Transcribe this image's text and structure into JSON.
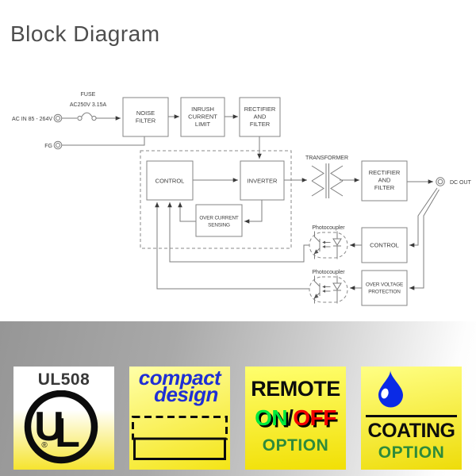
{
  "title": "Block Diagram",
  "diagram": {
    "labels": {
      "fuse1": "FUSE",
      "fuse2": "AC250V 3.15A",
      "ac_in": "AC IN 85 - 264V",
      "fg": "FG",
      "dc_out": "DC OUT",
      "transformer": "TRANSFORMER",
      "photocoupler1": "Photocoupler",
      "photocoupler2": "Photocoupler"
    },
    "boxes": {
      "noise_filter": [
        "NOISE",
        "FILTER"
      ],
      "inrush_current_limit": [
        "INRUSH",
        "CURRENT",
        "LIMIT"
      ],
      "rectifier_filter_in": [
        "RECTIFIER",
        "AND",
        "FILTER"
      ],
      "control_primary": [
        "CONTROL"
      ],
      "inverter": [
        "INVERTER"
      ],
      "over_current_sensing": [
        "OVER CURRENT",
        "SENSING"
      ],
      "rectifier_filter_out": [
        "RECTIFIER",
        "AND",
        "FILTER"
      ],
      "control_secondary": [
        "CONTROL"
      ],
      "over_voltage_protection": [
        "OVER VOLTAGE",
        "PROTECTION"
      ]
    }
  },
  "badges": {
    "ul508": {
      "heading": "UL508",
      "logo_u": "U",
      "logo_l": "L",
      "registered": "®"
    },
    "compact": {
      "line1": "compact",
      "line2": "design"
    },
    "remote": {
      "title": "REMOTE",
      "on": "ON",
      "slash": "/",
      "off": "OFF",
      "option": "OPTION"
    },
    "coating": {
      "title": "COATING",
      "option": "OPTION"
    }
  },
  "colors": {
    "compact_blue": "#1f2fd4",
    "remote_on_green": "#00e93c",
    "remote_off_red": "#f20000",
    "option_green": "#2e8b3a",
    "droplet_blue": "#0a2ae6",
    "badge_yellow": "#f2e20e"
  }
}
